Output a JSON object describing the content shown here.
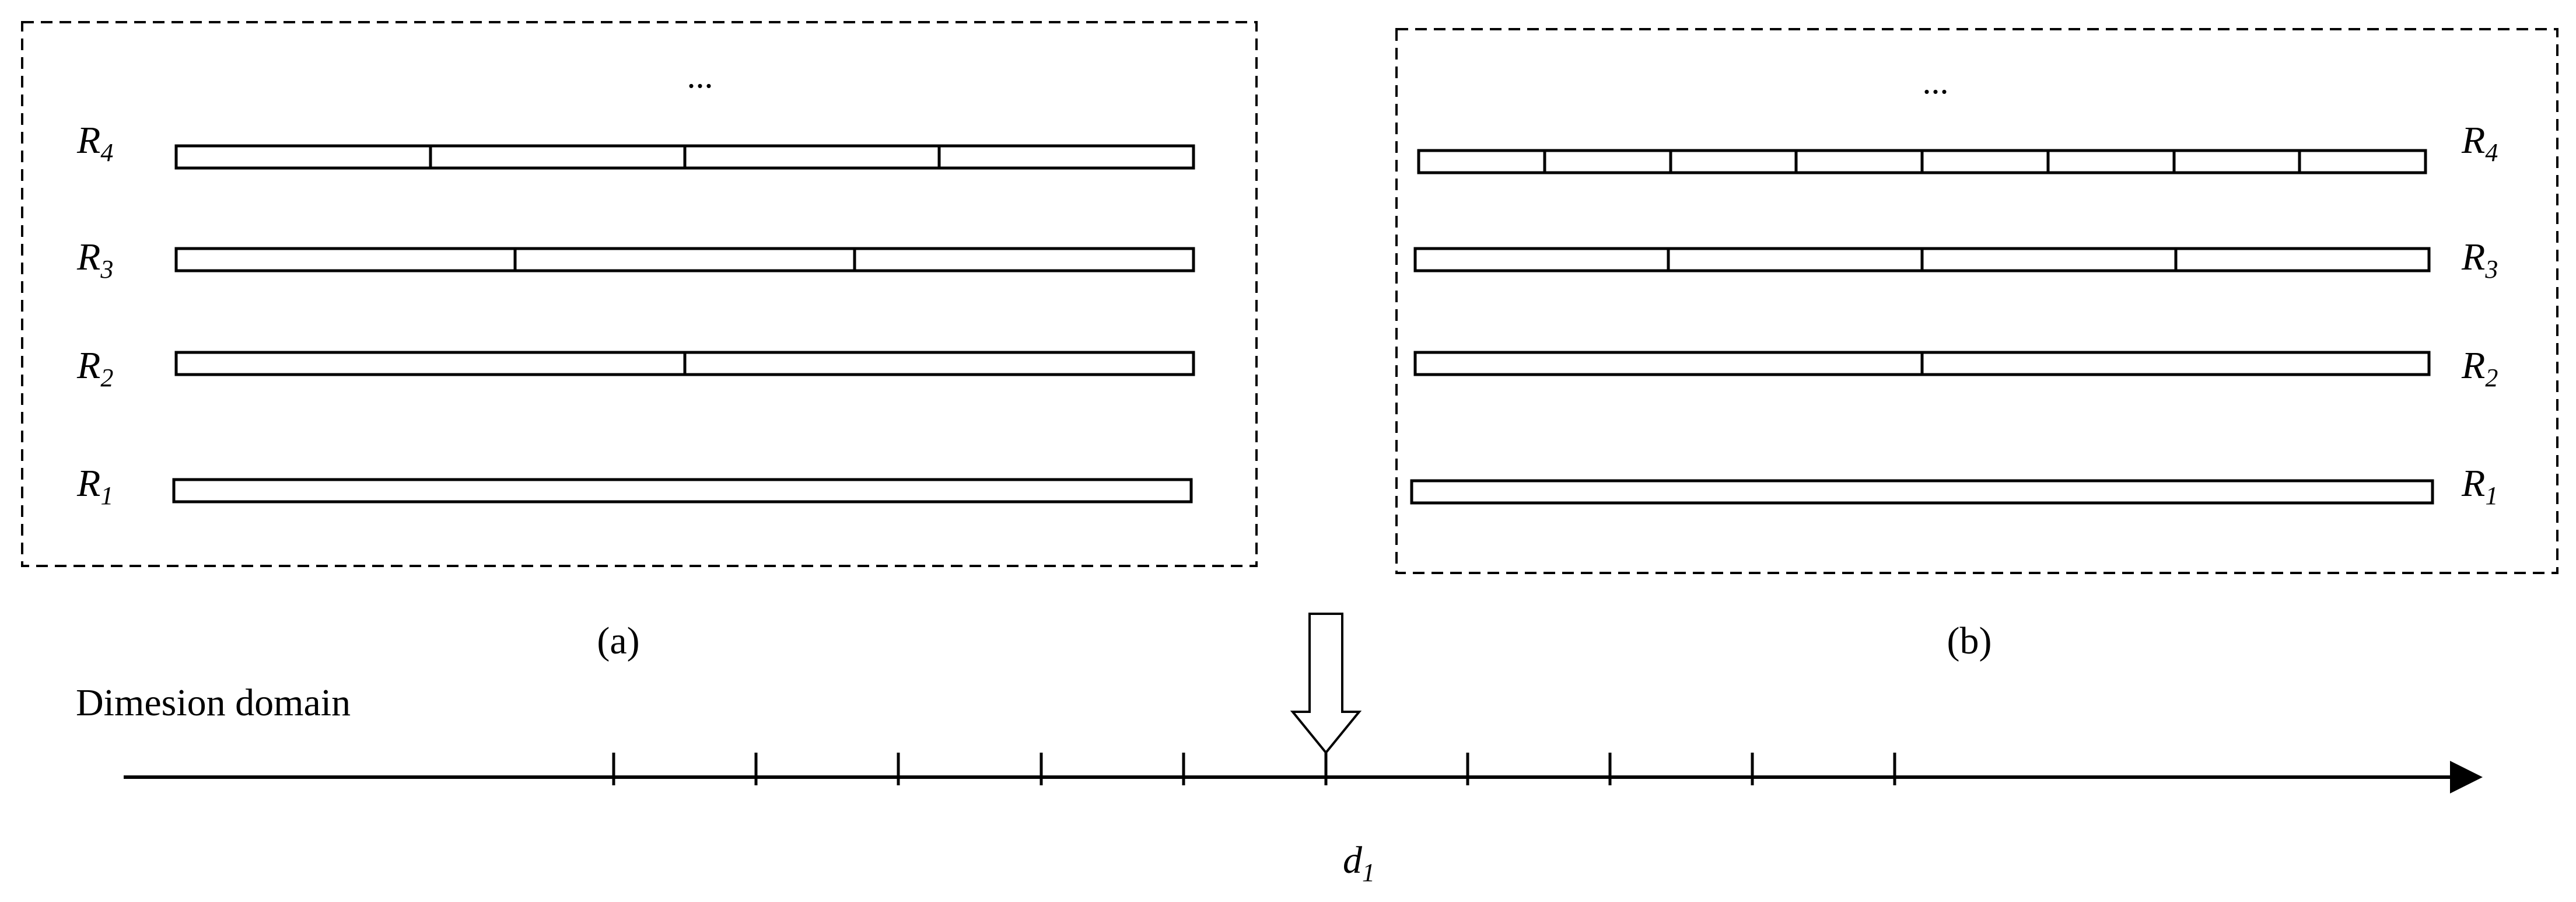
{
  "panels": [
    {
      "id": "a",
      "caption": "(a)",
      "ellipsis": "...",
      "label_side": "left",
      "rows": [
        {
          "label": "R",
          "sub": "4",
          "segments": 4
        },
        {
          "label": "R",
          "sub": "3",
          "segments": 3
        },
        {
          "label": "R",
          "sub": "2",
          "segments": 2
        },
        {
          "label": "R",
          "sub": "1",
          "segments": 1
        }
      ]
    },
    {
      "id": "b",
      "caption": "(b)",
      "ellipsis": "...",
      "label_side": "right",
      "rows": [
        {
          "label": "R",
          "sub": "4",
          "segments": 8
        },
        {
          "label": "R",
          "sub": "3",
          "segments": 4
        },
        {
          "label": "R",
          "sub": "2",
          "segments": 2
        },
        {
          "label": "R",
          "sub": "1",
          "segments": 1
        }
      ]
    }
  ],
  "axis": {
    "label": "Dimesion domain",
    "point_label": "d",
    "point_sub": "1",
    "tick_count": 10,
    "highlight_tick": 6
  },
  "colors": {
    "stroke": "#000000",
    "background": "#ffffff"
  }
}
